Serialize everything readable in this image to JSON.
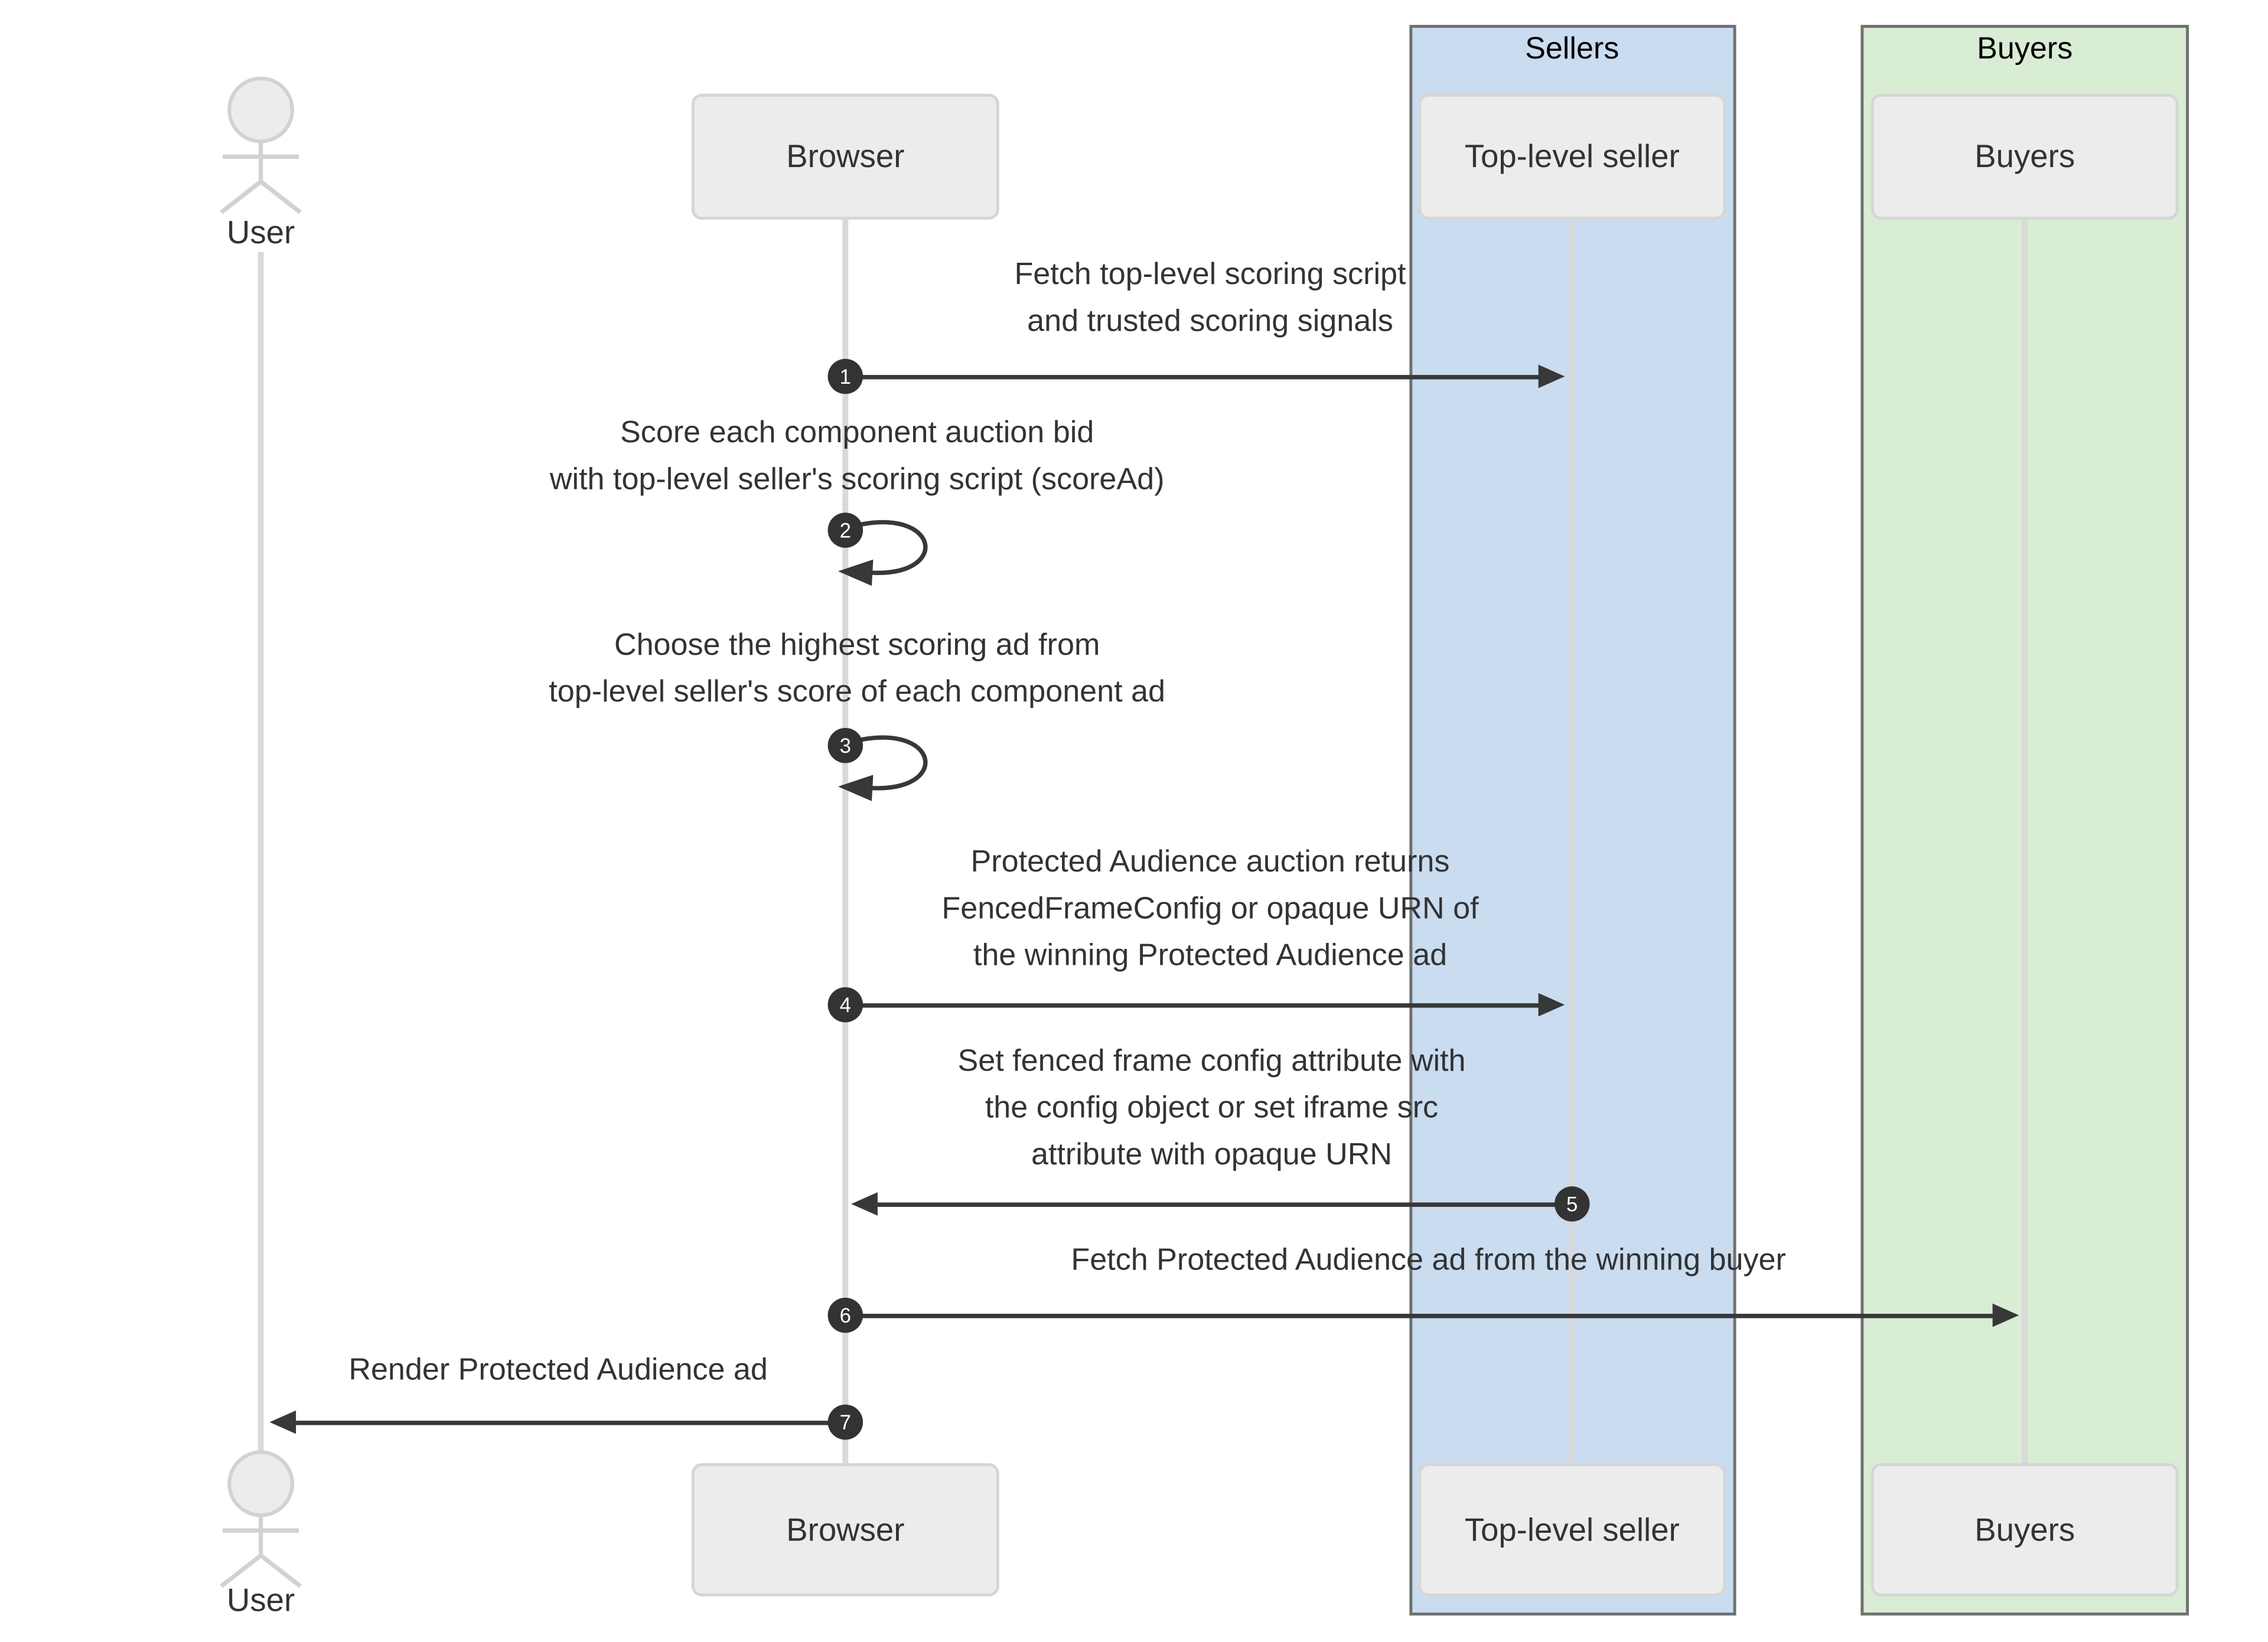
{
  "diagram_type": "sequence",
  "groups": [
    {
      "id": "sellers",
      "label": "Sellers",
      "fill": "#c9dcf0"
    },
    {
      "id": "buyers_group",
      "label": "Buyers",
      "fill": "#d9ecd4"
    }
  ],
  "actors": [
    {
      "id": "user",
      "label": "User",
      "kind": "person"
    },
    {
      "id": "browser",
      "label": "Browser",
      "kind": "participant"
    },
    {
      "id": "top_level_seller",
      "label": "Top-level seller",
      "kind": "participant",
      "group": "Sellers"
    },
    {
      "id": "buyers",
      "label": "Buyers",
      "kind": "participant",
      "group": "Buyers"
    }
  ],
  "messages": [
    {
      "num": "1",
      "from": "Browser",
      "to": "Top-level seller",
      "lines": [
        "Fetch top-level scoring script",
        "and trusted scoring signals"
      ]
    },
    {
      "num": "2",
      "from": "Browser",
      "to": "Browser",
      "lines": [
        "Score each component auction bid",
        "with top-level seller's scoring script (scoreAd)"
      ]
    },
    {
      "num": "3",
      "from": "Browser",
      "to": "Browser",
      "lines": [
        "Choose the highest scoring ad from",
        "top-level seller's score of each component ad"
      ]
    },
    {
      "num": "4",
      "from": "Browser",
      "to": "Top-level seller",
      "lines": [
        "Protected Audience auction returns",
        "FencedFrameConfig or opaque URN of",
        "the winning Protected Audience ad"
      ]
    },
    {
      "num": "5",
      "from": "Top-level seller",
      "to": "Browser",
      "lines": [
        "Set fenced frame config attribute with",
        "the config object or set iframe src",
        "attribute with opaque URN"
      ]
    },
    {
      "num": "6",
      "from": "Browser",
      "to": "Buyers",
      "lines": [
        "Fetch Protected Audience ad from the winning buyer"
      ]
    },
    {
      "num": "7",
      "from": "Browser",
      "to": "User",
      "lines": [
        "Render Protected Audience ad"
      ]
    }
  ],
  "colors": {
    "sellers_fill": "#c9dcf0",
    "buyers_fill": "#d9ecd4",
    "actor_box_fill": "#ececec",
    "arrow": "#383838",
    "lifeline": "#d9d9d9",
    "text": "#333333"
  }
}
